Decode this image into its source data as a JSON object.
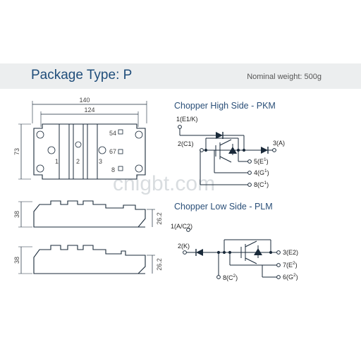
{
  "header": {
    "title": "Package Type: P",
    "weight": "Nominal weight: 500g"
  },
  "watermark": "cnigbt.com",
  "package": {
    "dim_140": "140",
    "dim_124": "124",
    "dim_73": "73",
    "dim_38_a": "38",
    "dim_26_2_a": "26.2",
    "dim_38_b": "38",
    "dim_26_2_b": "26.2",
    "term_1": "1",
    "term_2": "2",
    "term_3": "3",
    "term_54": "54",
    "term_67": "67",
    "term_8": "8"
  },
  "pkm": {
    "title": "Chopper High Side - PKM",
    "p1": "1(E1/K)",
    "p2": "2(C1)",
    "p3": "3(A)",
    "p5": "5(E",
    "p5_sup": "1",
    "p4": "4(G",
    "p4_sup": "1",
    "p8": "8(C",
    "p8_sup": "1",
    "close": ")"
  },
  "plm": {
    "title": "Chopper Low Side - PLM",
    "p1": "1(A/C2)",
    "p2": "2(K)",
    "p3": "3(E2)",
    "p7": "7(E",
    "p7_sup": "2",
    "p6": "6(G",
    "p6_sup": "2",
    "p8": "8(C",
    "p8_sup": "2",
    "close": ")"
  },
  "colors": {
    "title": "#1f4d7a",
    "line": "#1a2a3a",
    "accent": "#2a4f78"
  }
}
